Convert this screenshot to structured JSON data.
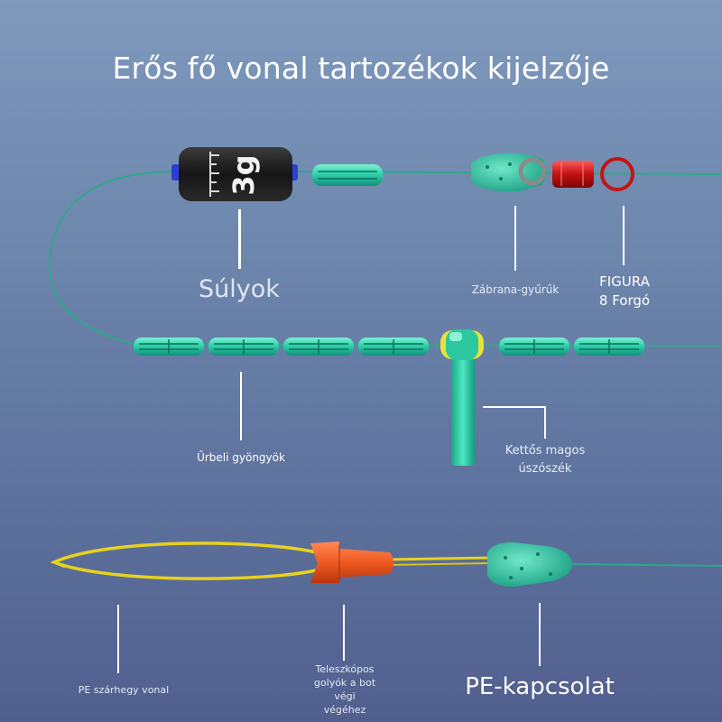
{
  "title": "Erős fő vonal tartozékok kijelzője",
  "colors": {
    "line": "#2fa88a",
    "bead": "#2ad0a8",
    "weight": "#1d1d1d",
    "swivel_barrel": "#d01a1a",
    "pe_line": "#e7d21e",
    "stopper": "#ef5a22"
  },
  "weight_text": "3g",
  "labels": {
    "weights": "Súlyok",
    "barrier_rings": "Zábrana-gyűrűk",
    "swivel_line1": "FIGURA",
    "swivel_line2": "8 Forgó",
    "space_beads": "Űrbeli gyöngyök",
    "float_seat_line1": "Kettős magos",
    "float_seat_line2": "úszószék",
    "pe_tip_line": "PE szárhegy vonal",
    "telescopic_line1": "Teleszkópos",
    "telescopic_line2": "golyók a bot",
    "telescopic_line3": "végi",
    "telescopic_line4": "végéhez",
    "pe_connection": "PE-kapcsolat"
  }
}
